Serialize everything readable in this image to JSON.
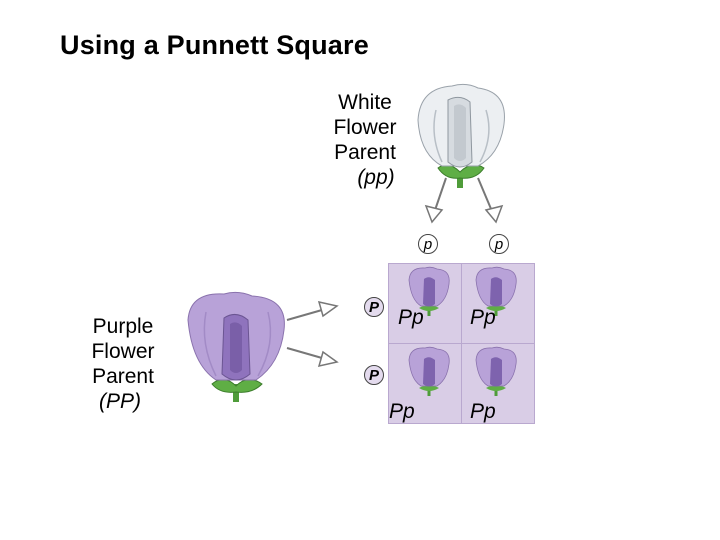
{
  "title": "Using a Punnett Square",
  "white_parent": {
    "line1": "White",
    "line2": "Flower",
    "line3": "Parent",
    "genotype": "(pp)"
  },
  "purple_parent": {
    "line1": "Purple",
    "line2": "Flower",
    "line3": "Parent",
    "genotype": "(PP)"
  },
  "gametes": {
    "white": [
      "p",
      "p"
    ],
    "purple": [
      "P",
      "P"
    ]
  },
  "offspring": [
    "Pp",
    "Pp",
    "Pp",
    "Pp"
  ],
  "colors": {
    "grid_border": "#b9a8cf",
    "cell_fill": "#d9cde6",
    "purple_petal": "#a58cc9",
    "white_petal": "#e9edf0",
    "stem": "#4f9c3a"
  }
}
